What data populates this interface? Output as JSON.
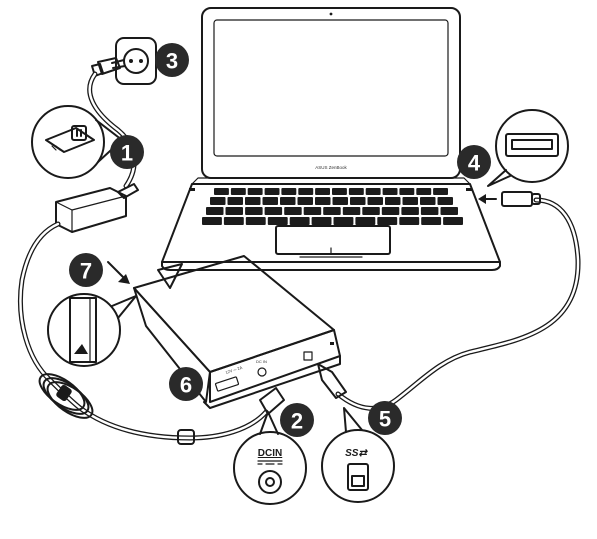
{
  "steps": [
    {
      "id": "1",
      "label": "1"
    },
    {
      "id": "2",
      "label": "2"
    },
    {
      "id": "3",
      "label": "3"
    },
    {
      "id": "4",
      "label": "4"
    },
    {
      "id": "5",
      "label": "5"
    },
    {
      "id": "6",
      "label": "6"
    },
    {
      "id": "7",
      "label": "7"
    }
  ],
  "labels": {
    "laptop_brand": "ASUS ZenBook",
    "dcin_callout": "DCIN",
    "ss_callout": "SS⇄",
    "drive_port_label": "DC IN",
    "drive_dc_label": "12V ⎓ 2A"
  },
  "icons": {
    "laptop": "laptop-icon",
    "adapter": "power-adapter-icon",
    "outlet": "wall-outlet-icon",
    "usb_a": "usb-a-port-icon",
    "usb_b": "usb-b-port-icon",
    "dc_jack": "dc-jack-icon",
    "drive": "external-drive-icon",
    "eject": "eject-icon"
  }
}
